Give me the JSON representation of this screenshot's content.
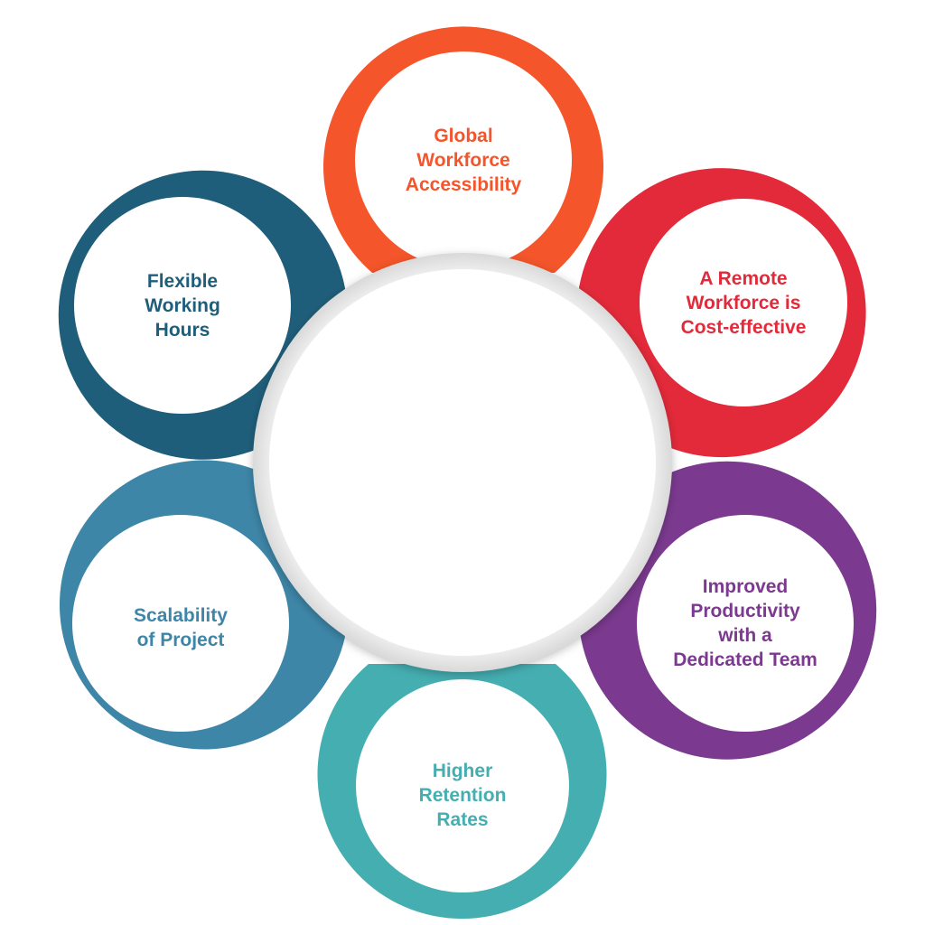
{
  "diagram": {
    "center_label": "",
    "petals": [
      {
        "id": "global-workforce",
        "label": "Global\nWorkforce\nAccessibility",
        "color": "#F4552A"
      },
      {
        "id": "cost-effective",
        "label": "A Remote\nWorkforce is\nCost-effective",
        "color": "#E32A3A"
      },
      {
        "id": "improved-productivity",
        "label": "Improved\nProductivity\nwith a\nDedicated Team",
        "color": "#7B3A8F"
      },
      {
        "id": "higher-retention",
        "label": "Higher\nRetention\nRates",
        "color": "#45AEB1"
      },
      {
        "id": "scalability",
        "label": "Scalability\nof Project",
        "color": "#3E86A8"
      },
      {
        "id": "flexible-hours",
        "label": "Flexible\nWorking\nHours",
        "color": "#1F5E7A"
      }
    ]
  }
}
